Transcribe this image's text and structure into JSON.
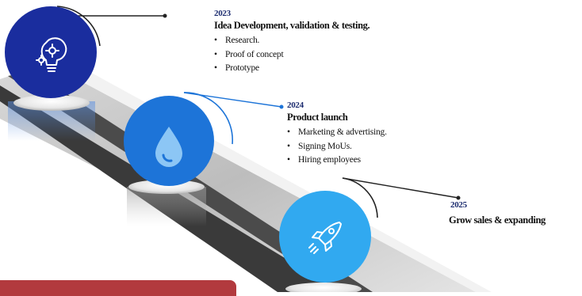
{
  "colors": {
    "circle_2023": "#1a2d9e",
    "circle_2024": "#1d74d8",
    "circle_2025": "#31a9f0",
    "footer_bar": "#b23a3e"
  },
  "milestones": [
    {
      "year": "2023",
      "title": "Idea Development, validation & testing.",
      "icon": "lightbulb-gear-icon",
      "items": [
        "Research.",
        "Proof of concept",
        "Prototype"
      ]
    },
    {
      "year": "2024",
      "title": "Product launch",
      "icon": "water-drop-icon",
      "items": [
        "Marketing & advertising.",
        "Signing MoUs.",
        "Hiring employees"
      ]
    },
    {
      "year": "2025",
      "title": "Grow sales & expanding",
      "icon": "rocket-icon",
      "items": []
    }
  ]
}
